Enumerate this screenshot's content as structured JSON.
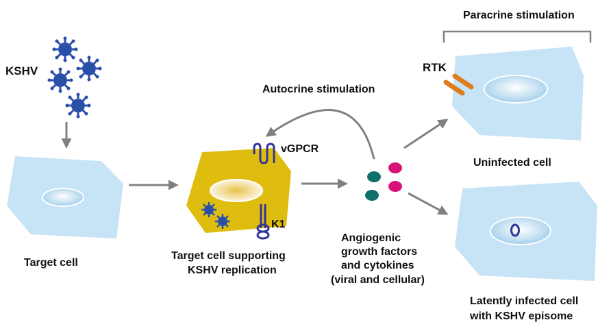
{
  "labels": {
    "kshv": "KSHV",
    "target_cell": "Target cell",
    "replicating_cell_line1": "Target cell supporting",
    "replicating_cell_line2": "KSHV replication",
    "vgpcr": "vGPCR",
    "k1": "K1",
    "autocrine": "Autocrine stimulation",
    "paracrine": "Paracrine stimulation",
    "rtk": "RTK",
    "uninfected": "Uninfected cell",
    "factors_line1": "Angiogenic",
    "factors_line2": "growth factors",
    "factors_line3": "and cytokines",
    "factors_line4": "(viral and cellular)",
    "latent_line1": "Latently infected cell",
    "latent_line2": "with KSHV episome"
  },
  "colors": {
    "cell_fill": "#c7e3f6",
    "replicating_cell_fill": "#dfbd0e",
    "virus": "#2a4fa8",
    "receptor": "#33349a",
    "rtk": "#e07b1e",
    "factor_magenta": "#d9127a",
    "factor_teal": "#0f6f6a",
    "arrow": "#808080"
  }
}
